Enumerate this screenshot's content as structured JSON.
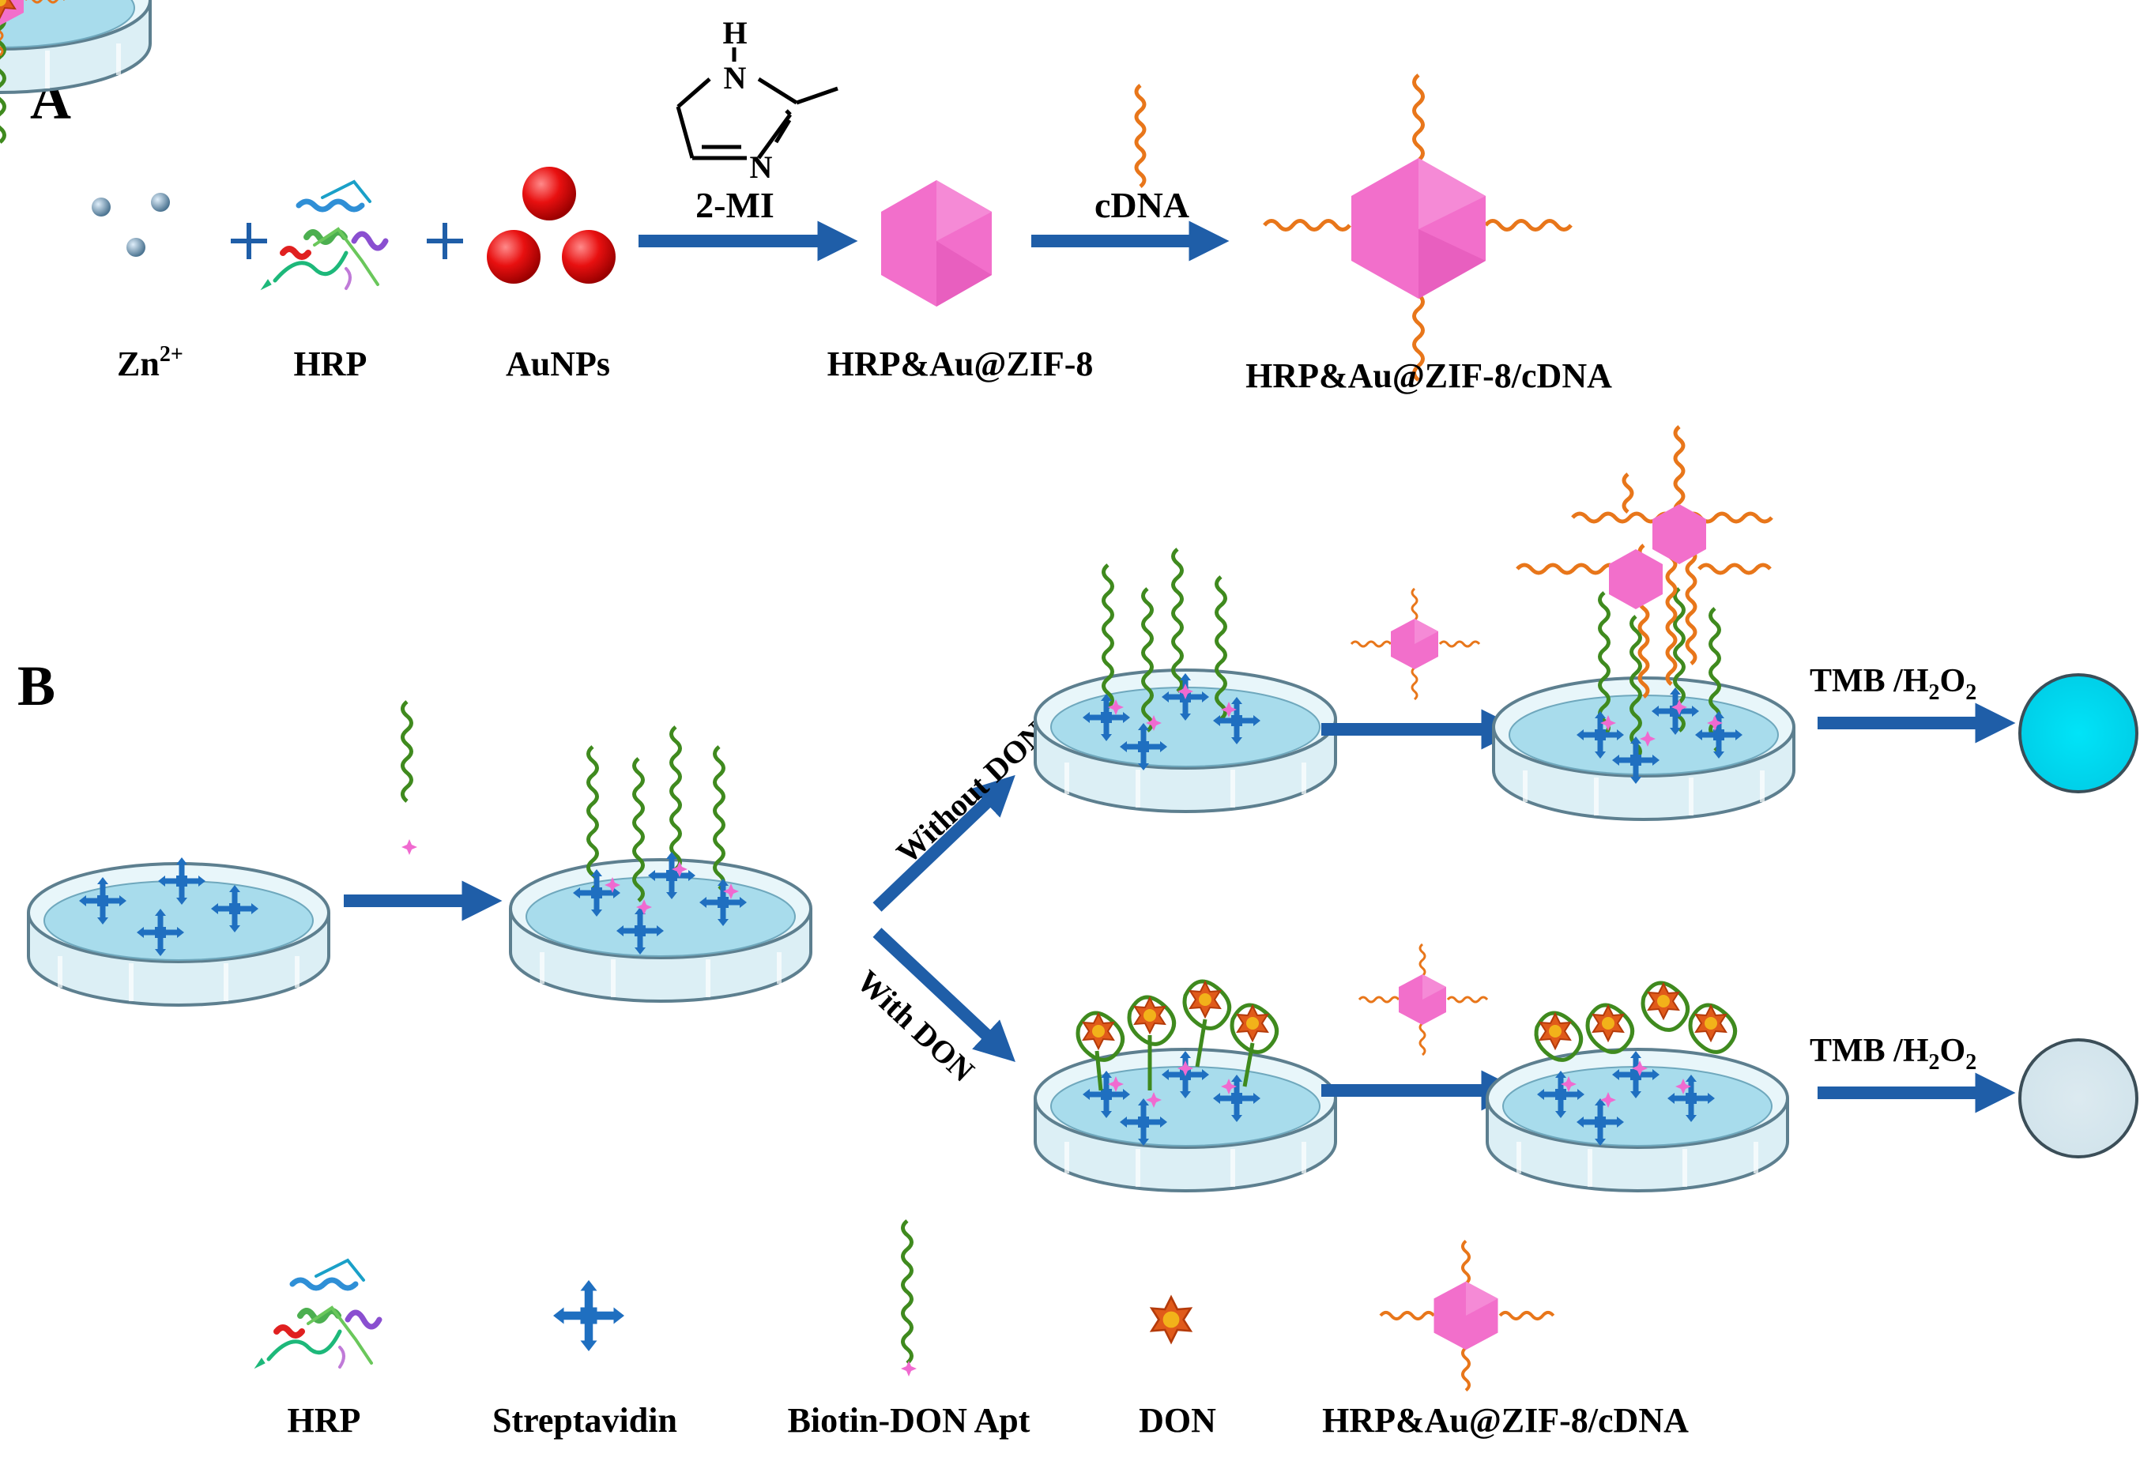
{
  "panel_a": {
    "letter": "A",
    "zn": {
      "base": "Zn",
      "sup": "2+"
    },
    "hrp": "HRP",
    "aunps": "AuNPs",
    "reagent": "2-MI",
    "mol_h": "H",
    "mol_n1": "N",
    "mol_n2": "N",
    "product": "HRP&Au@ZIF-8",
    "cdna": "cDNA",
    "final": "HRP&Au@ZIF-8/cDNA"
  },
  "panel_b": {
    "letter": "B",
    "without": "Without DON",
    "with": "With DON",
    "tmb_top": {
      "pre": "TMB /H",
      "s1": "2",
      "mid": "O",
      "s2": "2"
    },
    "tmb_bot": {
      "pre": "TMB /H",
      "s1": "2",
      "mid": "O",
      "s2": "2"
    }
  },
  "legend": {
    "hrp": "HRP",
    "streptavidin": "Streptavidin",
    "apt": "Biotin-DON Apt",
    "don": "DON",
    "probe": "HRP&Au@ZIF-8/cDNA"
  },
  "colors": {
    "arrow": "#1f5ea8",
    "hexagon": "#f26fcb",
    "orange_dna": "#e8761a",
    "green_dna": "#3f8a1e",
    "aunp": "#e01010",
    "zn": "#6f94b0",
    "dish_liquid": "#a8dcec",
    "result_blue": "#00d8ef",
    "result_pale": "#d8e8ef"
  }
}
